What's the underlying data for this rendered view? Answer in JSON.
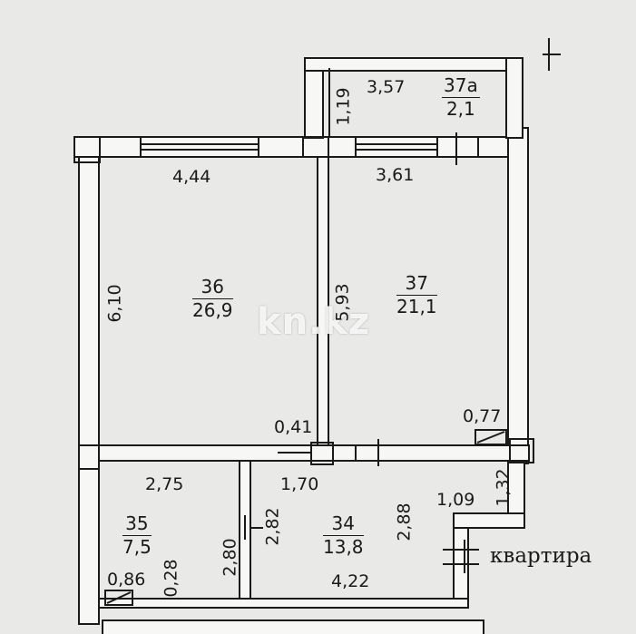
{
  "watermark": "kn.kz",
  "rooms": [
    {
      "number": "36",
      "area": "26,9"
    },
    {
      "number": "37",
      "area": "21,1"
    },
    {
      "number": "37a",
      "area": "2,1"
    },
    {
      "number": "35",
      "area": "7,5"
    },
    {
      "number": "34",
      "area": "13,8"
    }
  ],
  "dimensions": {
    "d_444": "4,44",
    "d_361": "3,61",
    "d_357": "3,57",
    "d_119": "1,19",
    "d_610": "6,10",
    "d_593": "5,93",
    "d_041": "0,41",
    "d_077": "0,77",
    "d_275": "2,75",
    "d_170": "1,70",
    "d_282": "2,82",
    "d_280": "2,80",
    "d_288": "2,88",
    "d_109": "1,09",
    "d_132": "1,32",
    "d_086": "0,86",
    "d_028": "0,28",
    "d_422": "4,22"
  },
  "apartment_label": "квартира"
}
